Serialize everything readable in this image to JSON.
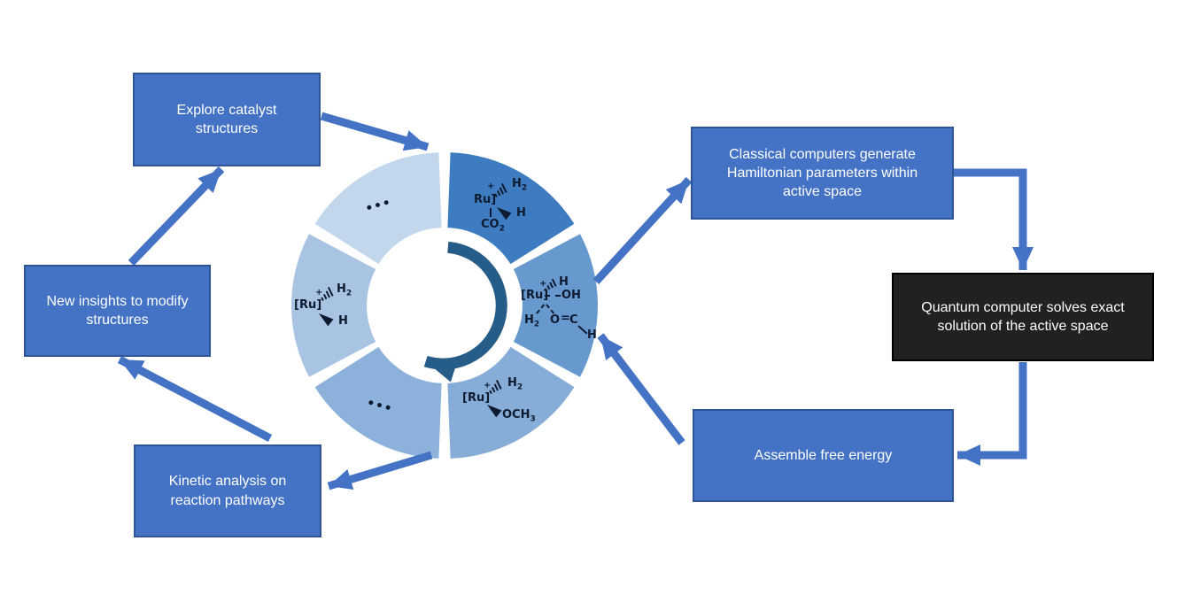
{
  "colors": {
    "canvas_bg": "#FFFFFF",
    "box_fill": "#4472C4",
    "box_border": "#2F5597",
    "box_text": "#FFFFFF",
    "dark_box_fill": "#212121",
    "dark_box_border": "#000000",
    "dark_box_text": "#FFFFFF",
    "connector": "#4472C4",
    "cycle_arrow": "#265C88",
    "chem_text": "#0E1A30"
  },
  "boxes": {
    "explore": {
      "label": "Explore catalyst structures"
    },
    "new_insights": {
      "label": "New insights to modify structures"
    },
    "kinetic": {
      "label": "Kinetic analysis on reaction pathways"
    },
    "classical": {
      "label": "Classical computers generate Hamiltonian parameters within active space"
    },
    "quantum": {
      "label": "Quantum computer solves exact solution of the active space"
    },
    "assemble": {
      "label": "Assemble free energy"
    }
  },
  "ring": {
    "segments": [
      {
        "name": "top-right",
        "content": "ru-h2-h-co2",
        "color": "#3D7CC0"
      },
      {
        "name": "right",
        "content": "ru-h-oh-formate",
        "color": "#6899CE"
      },
      {
        "name": "bottom-right",
        "content": "ru-h2-och3",
        "color": "#86ADD8"
      },
      {
        "name": "bottom-left",
        "content": "ellipsis",
        "color": "#8CB2DB"
      },
      {
        "name": "left",
        "content": "ru-h2-h",
        "color": "#A9C4E2"
      },
      {
        "name": "top-left",
        "content": "ellipsis",
        "color": "#C3D7EC"
      }
    ]
  },
  "chem": {
    "hydride_co2": {
      "metal": "Ru]",
      "charge": "+",
      "top_ligand": "H",
      "top_sub": "2",
      "wedge_ligand": "H",
      "bottom_ligand": "CO",
      "bottom_sub": "2"
    },
    "formate": {
      "metal": "[Ru]",
      "charge": "+",
      "top_ligand": "H",
      "right_ligand": "OH",
      "left_ligand": "H",
      "left_sub": "2",
      "o": "O",
      "double_bond": "=",
      "c": "C",
      "ch": "H"
    },
    "methoxide": {
      "metal": "[Ru]",
      "charge": "+",
      "top_ligand": "H",
      "top_sub": "2",
      "wedge_ligand": "OCH",
      "wedge_sub": "3"
    },
    "dihydride": {
      "metal": "[Ru]",
      "charge": "+",
      "top_ligand": "H",
      "top_sub": "2",
      "wedge_ligand": "H"
    }
  }
}
